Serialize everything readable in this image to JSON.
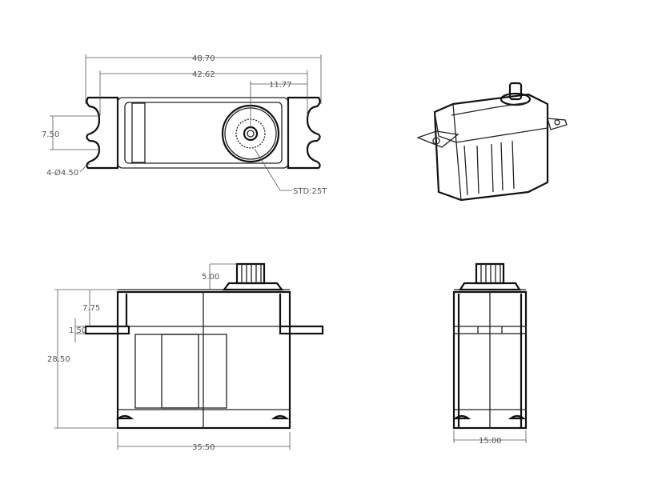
{
  "dimensions": {
    "overall_length": "48.70",
    "mount_hole_spacing": "42.62",
    "shaft_offset": "11.77",
    "mount_hole_vertical_spacing": "7.50",
    "mount_holes": "4-Ø4.50",
    "spline": "STD:25T",
    "shaft_height": "5.00",
    "ear_to_top": "7.75",
    "ear_thickness": "1.50",
    "body_height": "28.50",
    "body_length": "35.50",
    "body_width": "15.00"
  }
}
